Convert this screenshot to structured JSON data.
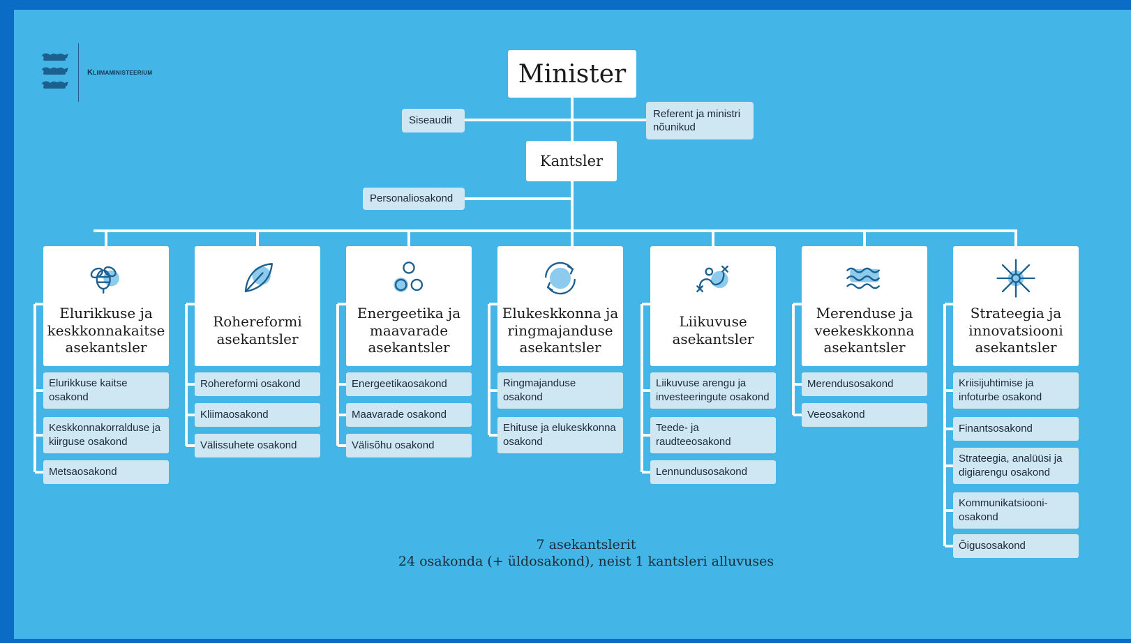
{
  "header": {
    "org_name": "Kliimaministeerium",
    "logo_icon": "three-lions-crest-icon"
  },
  "top": {
    "minister": "Minister",
    "siseaudit": "Siseaudit",
    "referent": "Referent ja ministri nõunikud",
    "kantsler": "Kantsler",
    "personaliosakond": "Personaliosakond"
  },
  "columns": [
    {
      "title": "Elurikkuse ja keskkonnakaitse asekantsler",
      "icon": "bee-icon",
      "departments": [
        "Elurikkuse kaitse osakond",
        "Keskkonnakorralduse ja kiirguse  osakond",
        "Metsaosakond"
      ]
    },
    {
      "title": "Rohereformi asekantsler",
      "icon": "leaf-icon",
      "departments": [
        "Rohereformi osakond",
        "Kliimaosakond",
        "Välissuhete osakond"
      ]
    },
    {
      "title": "Energeetika ja maavarade asekantsler",
      "icon": "circles-icon",
      "departments": [
        "Energeetikaosakond",
        "Maavarade osakond",
        "Välisõhu osakond"
      ]
    },
    {
      "title": "Elukeskkonna ja ringmajanduse asekantsler",
      "icon": "recycle-loop-icon",
      "departments": [
        "Ringmajanduse osakond",
        "Ehituse ja elukeskkonna osakond"
      ]
    },
    {
      "title": "Liikuvuse asekantsler",
      "icon": "route-icon",
      "departments": [
        "Liikuvuse arengu ja investeeringute osakond",
        "Teede- ja raudteeosakond",
        "Lennundusosakond"
      ]
    },
    {
      "title": "Merenduse ja veekeskkonna asekantsler",
      "icon": "waves-icon",
      "departments": [
        "Merendusosakond",
        "Veeosakond"
      ]
    },
    {
      "title": "Strateegia ja innovatsiooni asekantsler",
      "icon": "star-burst-icon",
      "departments": [
        "Kriisijuhtimise ja infoturbe osakond",
        "Finantsosakond",
        "Strateegia, analüüsi ja digiarengu osakond",
        "Kommunikatsiooni-osakond",
        "Õigusosakond"
      ]
    }
  ],
  "summary": {
    "line1": "7 asekantslerit",
    "line2": "24 osakonda (+ üldosakond), neist 1 kantsleri alluvuses"
  },
  "colors": {
    "background": "#43b5e6",
    "frame": "#0a6cc4",
    "box": "#ffffff",
    "pill": "#cfe6f3",
    "connector": "#ffffff"
  }
}
